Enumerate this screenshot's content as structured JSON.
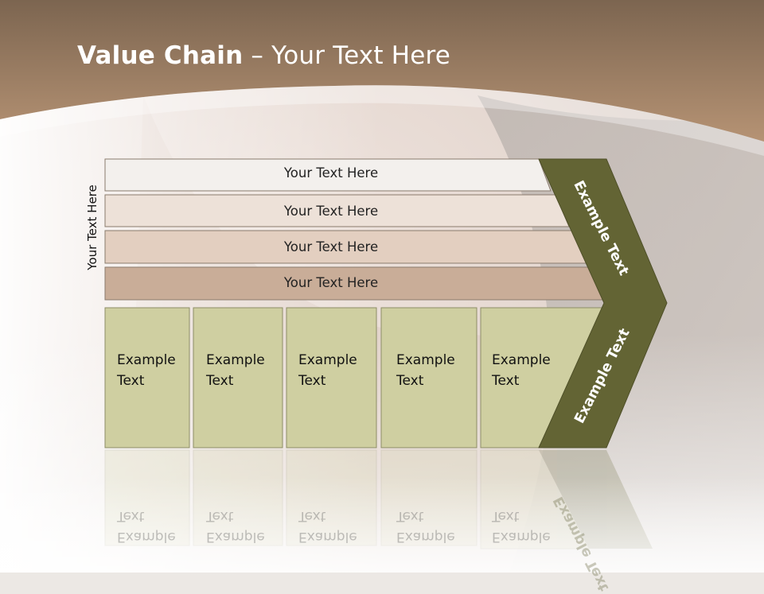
{
  "slide": {
    "title_bold": "Value Chain",
    "title_rest": " – Your Text Here",
    "side_label": "Your Text Here",
    "rows": [
      "Your Text Here",
      "Your Text Here",
      "Your Text Here",
      "Your Text Here"
    ],
    "boxes": [
      {
        "line1": "Example",
        "line2": "Text"
      },
      {
        "line1": "Example",
        "line2": "Text"
      },
      {
        "line1": "Example",
        "line2": "Text"
      },
      {
        "line1": "Example",
        "line2": "Text"
      },
      {
        "line1": "Example",
        "line2": "Text"
      }
    ],
    "chevron_top": "Example Text",
    "chevron_bottom": "Example Text"
  },
  "colors": {
    "header_brown": "#a9835f",
    "chevron_olive": "#636434",
    "box_fill": "#cfcfa1",
    "row1": "#f3f0ed",
    "row2": "#ede1d8",
    "row3": "#e3cfc0",
    "row4": "#c9ad98"
  }
}
